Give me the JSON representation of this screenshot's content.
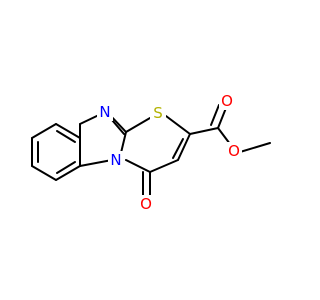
{
  "molecule": {
    "atoms": {
      "N1": {
        "symbol": "N",
        "color": "#0000ff"
      },
      "N2": {
        "symbol": "N",
        "color": "#0000ff"
      },
      "S": {
        "symbol": "S",
        "color": "#b2b200"
      },
      "O1": {
        "symbol": "O",
        "color": "#ff0000"
      },
      "O2": {
        "symbol": "O",
        "color": "#ff0000"
      },
      "O3": {
        "symbol": "O",
        "color": "#ff0000"
      }
    },
    "bond_color": "#000000",
    "background": "#ffffff"
  }
}
